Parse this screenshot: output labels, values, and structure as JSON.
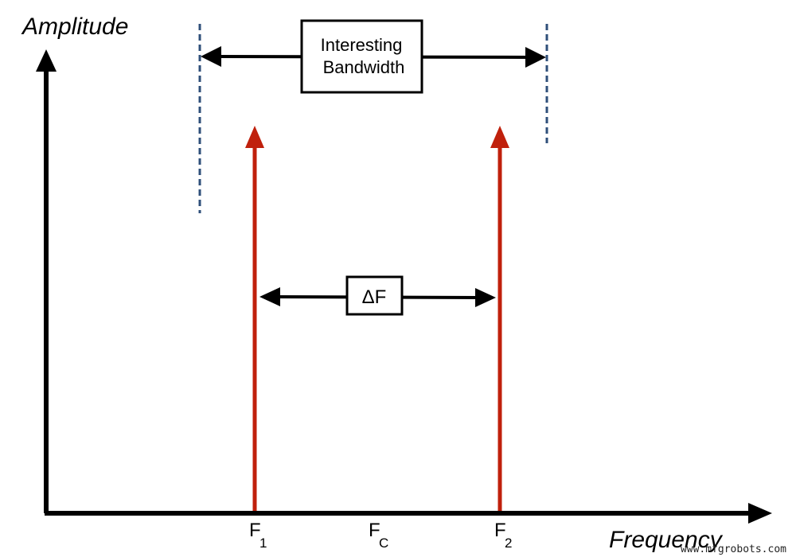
{
  "axes": {
    "y_title": "Amplitude",
    "x_title": "Frequency"
  },
  "annotations": {
    "bandwidth_line1": "Interesting",
    "bandwidth_line2": "Bandwidth",
    "delta": "ΔF"
  },
  "ticks": {
    "f1_main": "F",
    "f1_sub": "1",
    "fc_main": "F",
    "fc_sub": "C",
    "f2_main": "F",
    "f2_sub": "2"
  },
  "colors": {
    "signal": "#c0200c",
    "axis": "#000000",
    "bandwidth_edge": "#2f4f7a"
  },
  "watermark": "www.mfgrobots.com"
}
